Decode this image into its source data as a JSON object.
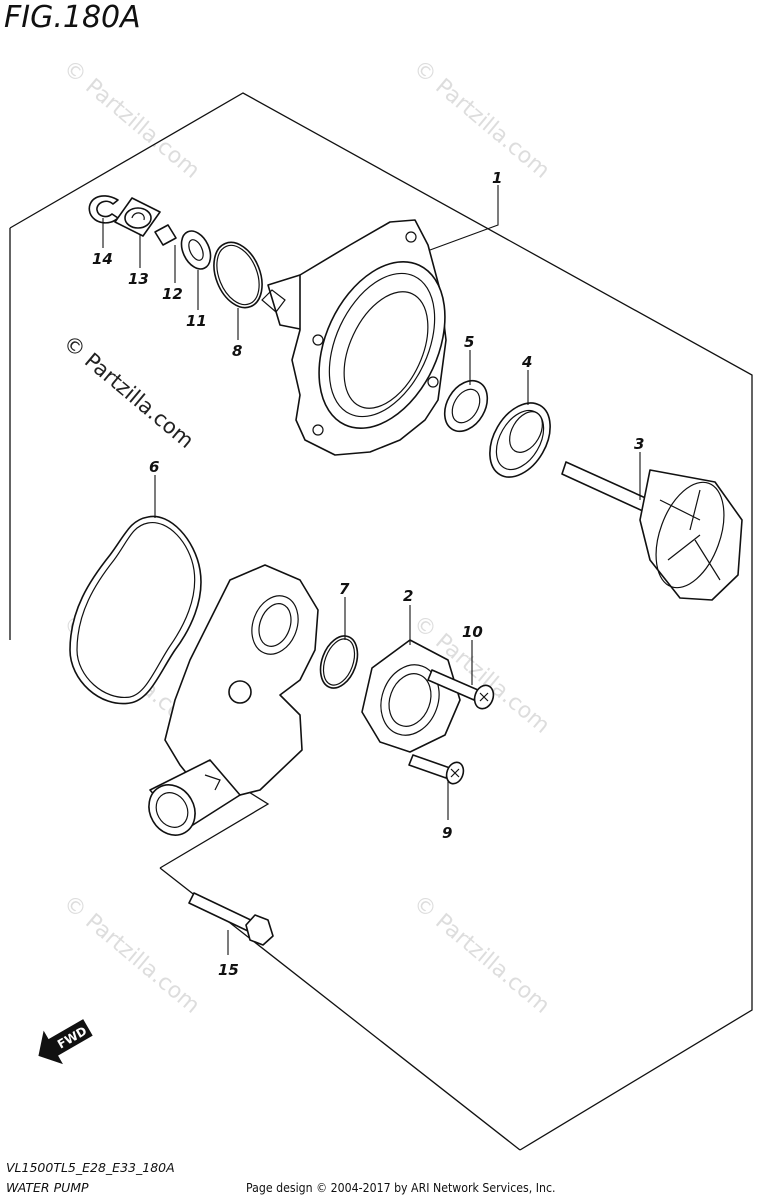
{
  "figure": {
    "title": "FIG.180A",
    "code": "VL1500TL5_E28_E33_180A",
    "name": "WATER PUMP",
    "page_design": "Page design © 2004-2017 by ARI Network Services, Inc."
  },
  "watermark": {
    "text": "© Partzilla.com"
  },
  "fwd_label": "FWD",
  "callouts": [
    {
      "id": "1",
      "label": "1"
    },
    {
      "id": "2",
      "label": "2"
    },
    {
      "id": "3",
      "label": "3"
    },
    {
      "id": "4",
      "label": "4"
    },
    {
      "id": "5",
      "label": "5"
    },
    {
      "id": "6",
      "label": "6"
    },
    {
      "id": "7",
      "label": "7"
    },
    {
      "id": "8",
      "label": "8"
    },
    {
      "id": "9",
      "label": "9"
    },
    {
      "id": "10",
      "label": "10"
    },
    {
      "id": "11",
      "label": "11"
    },
    {
      "id": "12",
      "label": "12"
    },
    {
      "id": "13",
      "label": "13"
    },
    {
      "id": "14",
      "label": "14"
    },
    {
      "id": "15",
      "label": "15"
    }
  ]
}
